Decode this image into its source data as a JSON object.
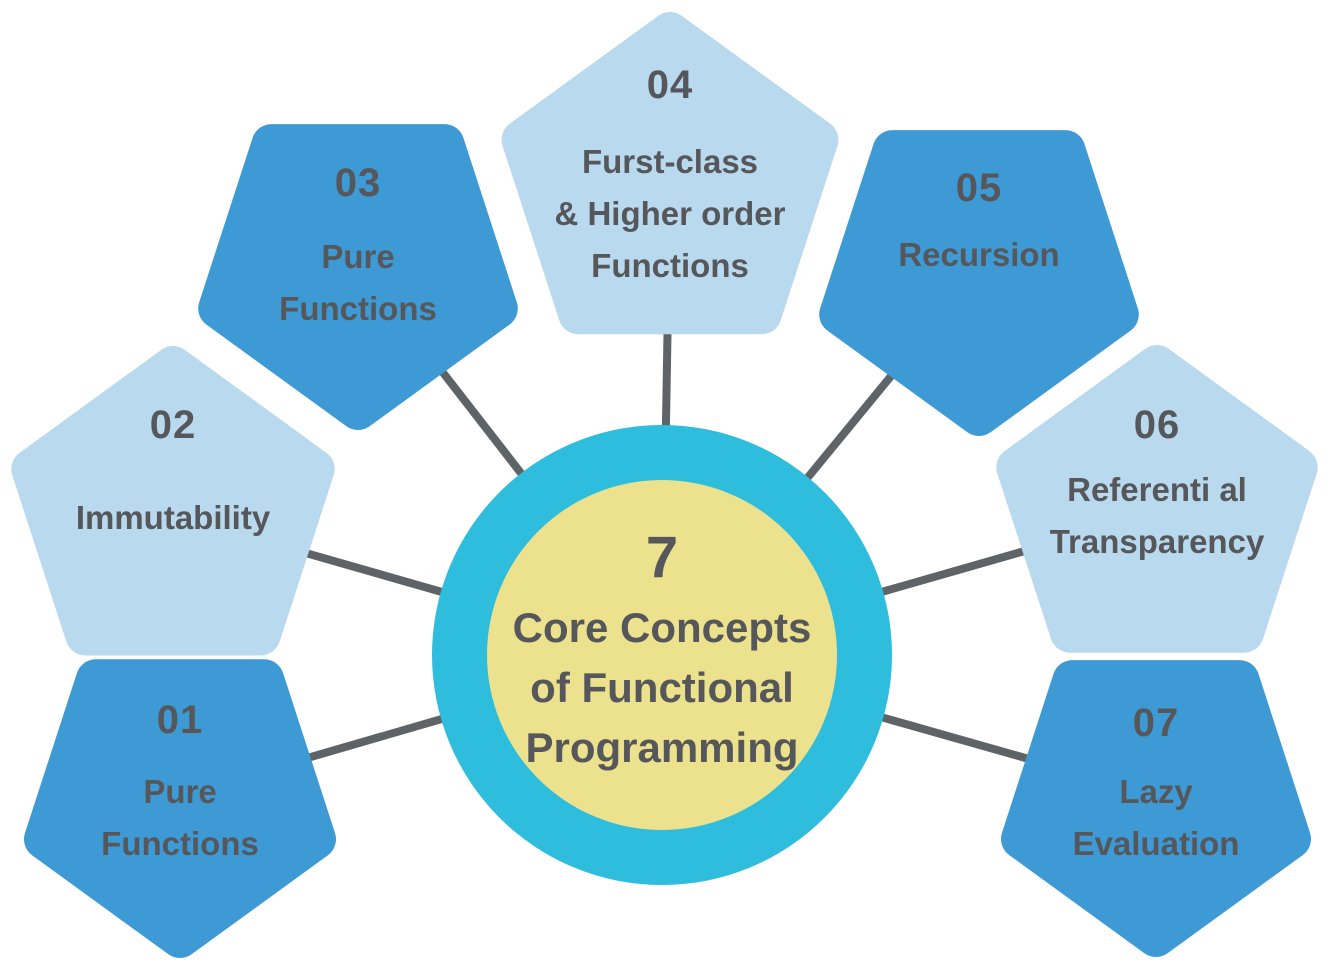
{
  "diagram": {
    "center": {
      "number": "7",
      "title_lines": [
        "Core Concepts",
        "of Functional",
        "Programming"
      ]
    },
    "concepts": [
      {
        "number": "01",
        "label_lines": [
          "Pure",
          "Functions"
        ],
        "fill": "#3e9ad4"
      },
      {
        "number": "02",
        "label_lines": [
          "Immutability"
        ],
        "fill": "#b9d9ee"
      },
      {
        "number": "03",
        "label_lines": [
          "Pure",
          "Functions"
        ],
        "fill": "#3e9ad4"
      },
      {
        "number": "04",
        "label_lines": [
          "Furst-class",
          "& Higher order",
          "Functions"
        ],
        "fill": "#b9d9ee"
      },
      {
        "number": "05",
        "label_lines": [
          "Recursion"
        ],
        "fill": "#3e9ad4"
      },
      {
        "number": "06",
        "label_lines": [
          "Referenti al",
          "Transparency"
        ],
        "fill": "#b9d9ee"
      },
      {
        "number": "07",
        "label_lines": [
          "Lazy",
          "Evaluation"
        ],
        "fill": "#3e9ad4"
      }
    ],
    "colors": {
      "dark_blue": "#3e9ad4",
      "light_blue": "#b9d9ee",
      "ring_teal": "#2ebddd",
      "center_yellow": "#ece28e",
      "text_gray": "#56575b",
      "line_gray": "#5d6366",
      "background": "#ffffff"
    }
  }
}
